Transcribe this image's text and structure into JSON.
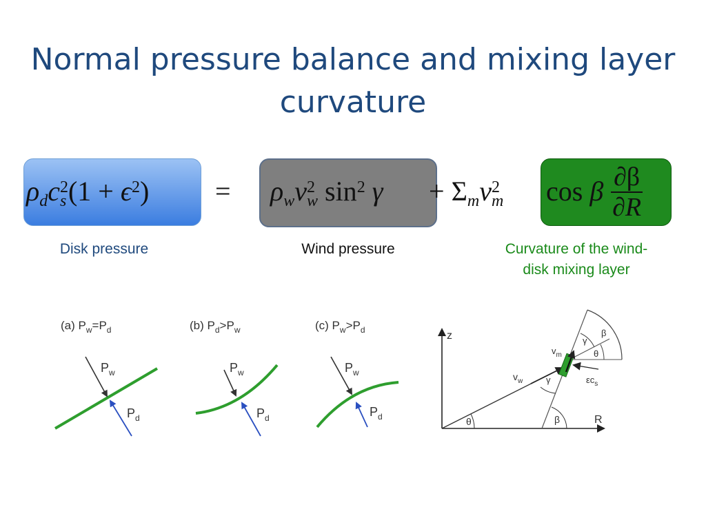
{
  "slide": {
    "title": "Normal pressure balance and mixing layer curvature"
  },
  "equation": {
    "disk_term": {
      "rho": "ρ",
      "rho_sub": "d",
      "c": "c",
      "c_sub": "s",
      "c_sup": "2",
      "paren_open": "(1 + ",
      "eps": "ϵ",
      "eps_sup": "2",
      "paren_close": ")"
    },
    "equals": "=",
    "wind_term": {
      "rho": "ρ",
      "rho_sub": "w",
      "v": "v",
      "v_sub": "w",
      "v_sup": "2",
      "sin": "sin",
      "sin_sup": "2",
      "gamma": "γ"
    },
    "plus_term": {
      "plus": "+",
      "sigma": "Σ",
      "sigma_sub": "m",
      "v": "v",
      "v_sub": "m",
      "v_sup": "2"
    },
    "curvature_term": {
      "cos": "cos",
      "beta": "β",
      "numerator": "∂β",
      "denominator": "∂R"
    },
    "colors": {
      "disk_box": "#3b7de0",
      "wind_box": "#7f7f7f",
      "curvature_box": "#1f8a1f"
    }
  },
  "labels": {
    "disk": "Disk pressure",
    "wind": "Wind pressure",
    "curvature_line1": "Curvature of the wind-",
    "curvature_line2": "disk mixing layer"
  },
  "panels": [
    {
      "tag": "(a) P",
      "tag_sub": "w",
      "relation": "=P",
      "relation_sub": "d",
      "pw": "P",
      "pw_sub": "w",
      "pd": "P",
      "pd_sub": "d"
    },
    {
      "tag": "(b) P",
      "tag_sub": "d",
      "relation": ">P",
      "relation_sub": "w",
      "pw": "P",
      "pw_sub": "w",
      "pd": "P",
      "pd_sub": "d"
    },
    {
      "tag": "(c) P",
      "tag_sub": "w",
      "relation": ">P",
      "relation_sub": "d",
      "pw": "P",
      "pw_sub": "w",
      "pd": "P",
      "pd_sub": "d"
    }
  ],
  "geometry": {
    "axis_z": "z",
    "axis_r": "R",
    "theta": "θ",
    "beta": "β",
    "gamma": "γ",
    "vw": "v",
    "vw_sub": "w",
    "vm": "v",
    "vm_sub": "m",
    "ecs": "εc",
    "ecs_sub": "s"
  },
  "style": {
    "layer_green": "#2e9e2e",
    "pd_arrow": "#2a4fc0",
    "pw_arrow": "#333333"
  }
}
